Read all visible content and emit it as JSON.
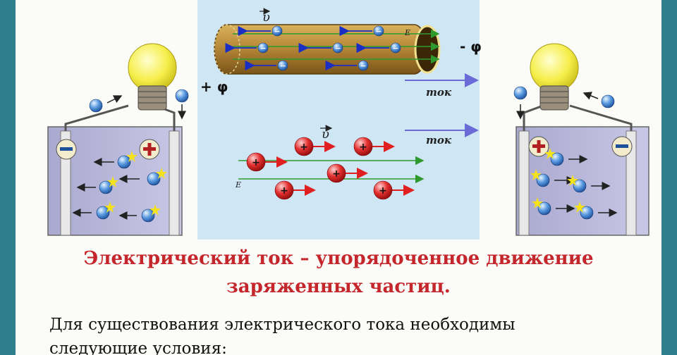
{
  "diagram": {
    "velocity_symbol": "υ",
    "field_symbol": "E",
    "plus_phi": "+ φ",
    "minus_phi": "- φ",
    "current_label_top": "ток",
    "current_label_bottom": "ток",
    "plus_sign": "+",
    "minus_sign": "−"
  },
  "title": {
    "line1": "Электрический ток – упорядоченное движение",
    "line2": "заряженных частиц."
  },
  "body": {
    "line1": "Для существования электрического тока необходимы",
    "line2": "следующие условия:"
  },
  "colors": {
    "title": "#c4262b",
    "panel": "#cfe6f5",
    "conductor": "#b88a30",
    "electron": "#3a78c8",
    "ion": "#d82020",
    "field_line": "#2e9a2e",
    "current_arrow": "#6b6bd8"
  }
}
